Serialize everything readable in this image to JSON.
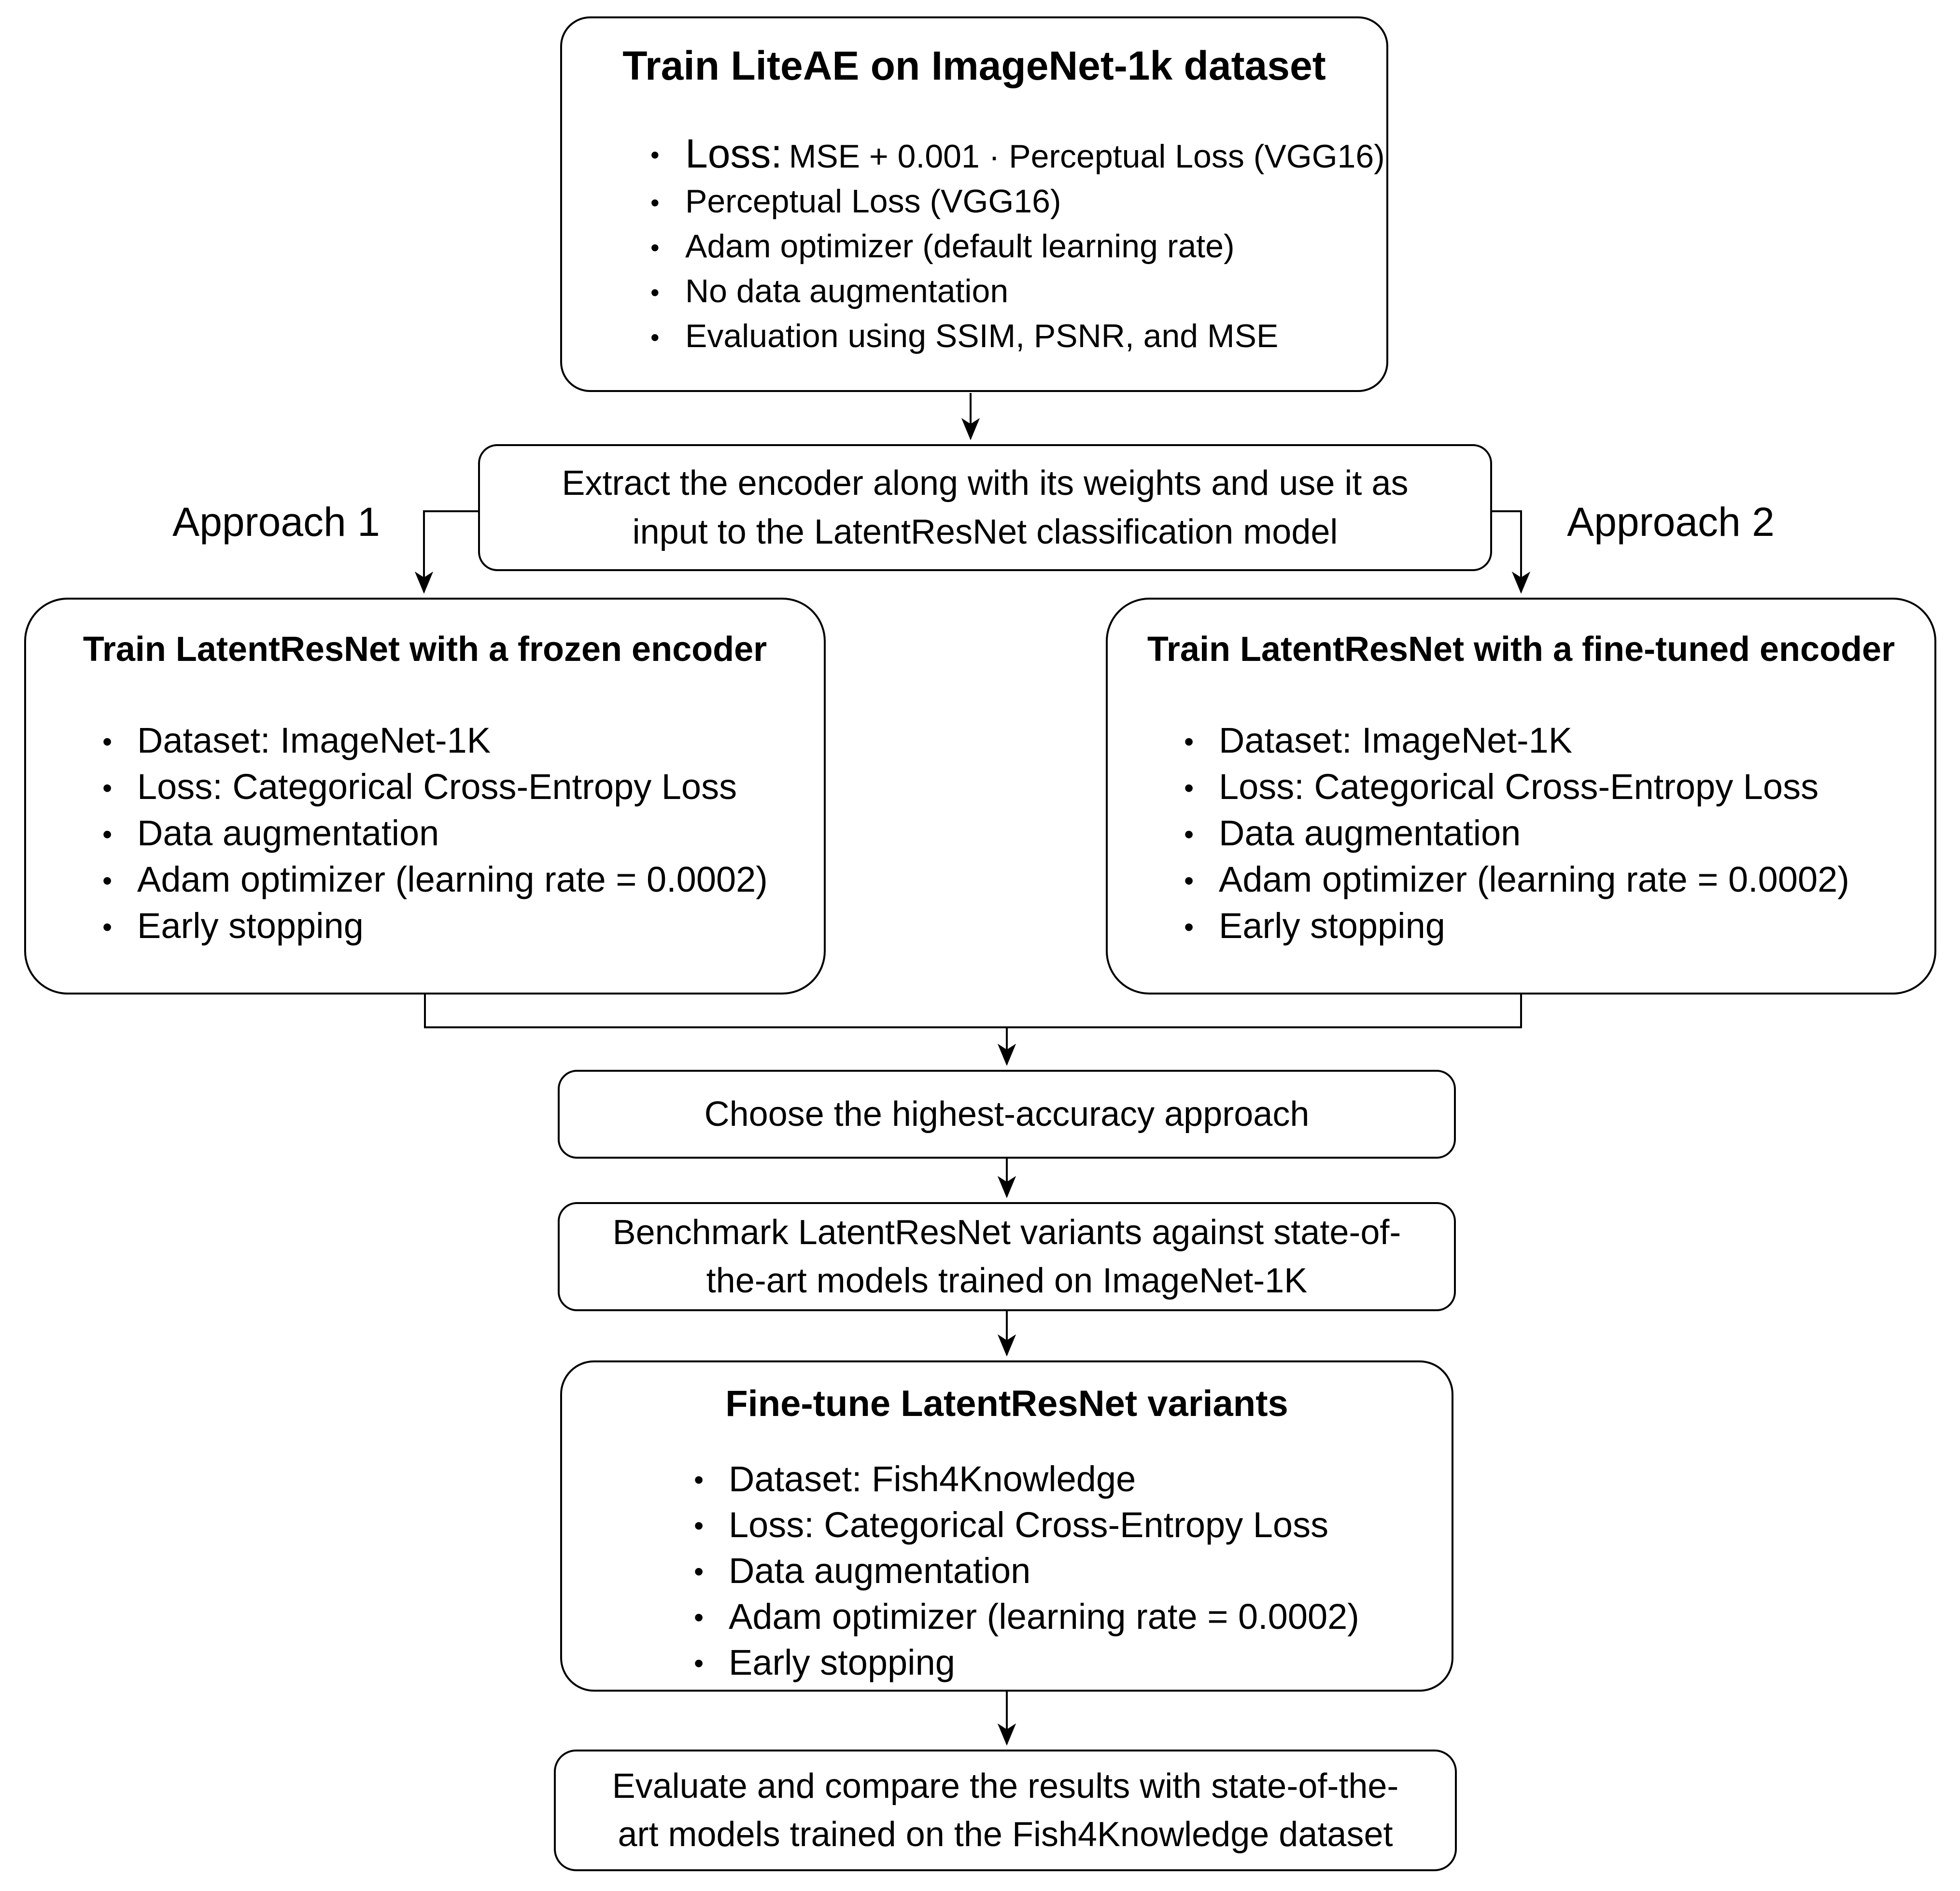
{
  "page": {
    "background_color": "#ffffff",
    "line_color": "#000000"
  },
  "labels": {
    "approach1": "Approach 1",
    "approach2": "Approach 2"
  },
  "boxes": {
    "train_liteae": {
      "title": "Train LiteAE on ImageNet-1k dataset",
      "loss_bullet": {
        "prefix": "Loss:",
        "rest": "MSE + 0.001 · Perceptual Loss (VGG16)"
      },
      "bullets": [
        "Perceptual Loss (VGG16)",
        "Adam optimizer (default learning rate)",
        "No data augmentation",
        "Evaluation using SSIM, PSNR, and MSE"
      ]
    },
    "extract_encoder": {
      "line1": "Extract the encoder along with its weights and use it as",
      "line2": "input to the LatentResNet classification model"
    },
    "train_frozen": {
      "title": "Train LatentResNet with a frozen encoder",
      "bullets": [
        "Dataset: ImageNet-1K",
        "Loss: Categorical Cross-Entropy Loss",
        "Data augmentation",
        "Adam optimizer (learning rate = 0.0002)",
        "Early stopping"
      ]
    },
    "train_finetuned": {
      "title": "Train LatentResNet with a fine-tuned encoder",
      "bullets": [
        "Dataset: ImageNet-1K",
        "Loss: Categorical Cross-Entropy Loss",
        "Data augmentation",
        "Adam optimizer (learning rate = 0.0002)",
        "Early stopping"
      ]
    },
    "choose_approach": {
      "text": "Choose the highest-accuracy approach"
    },
    "benchmark": {
      "line1": "Benchmark LatentResNet variants against state-of-",
      "line2": "the-art models trained on ImageNet-1K"
    },
    "finetune_variants": {
      "title": "Fine-tune LatentResNet variants",
      "bullets": [
        "Dataset: Fish4Knowledge",
        "Loss: Categorical Cross-Entropy Loss",
        "Data augmentation",
        "Adam optimizer (learning rate = 0.0002)",
        "Early stopping"
      ]
    },
    "evaluate": {
      "line1": "Evaluate and compare the results with state-of-the-",
      "line2": "art models trained on the Fish4Knowledge dataset"
    }
  }
}
